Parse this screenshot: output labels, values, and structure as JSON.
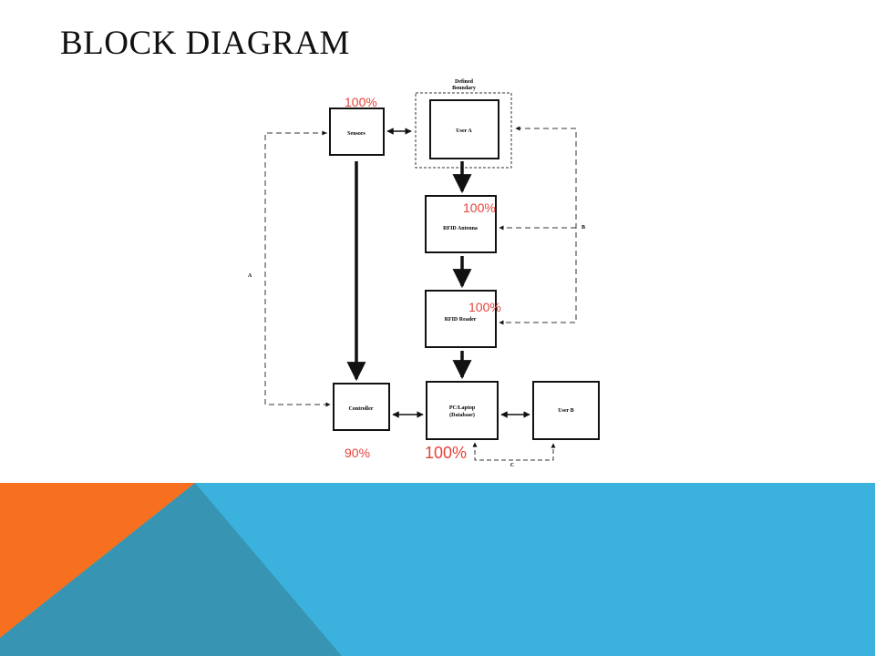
{
  "slide": {
    "title": "BLOCK DIAGRAM"
  },
  "colors": {
    "percent_text": "#e5423a",
    "box_stroke": "#111111",
    "footer_orange": "#f7701f",
    "footer_blue": "#3bb2dd",
    "footer_teal": "#3795b3"
  },
  "diagram": {
    "boundary_label_1": "Defined",
    "boundary_label_2": "Boundary",
    "blocks": {
      "sensors": "Sensors",
      "user_a": "User A",
      "rfid_antenna": "RFID Antenna",
      "rfid_reader": "RFID Reader",
      "controller": "Controller",
      "pc_line1": "PC/Laptop",
      "pc_line2": "(Database)",
      "user_b": "User B"
    },
    "loops": {
      "a": "A",
      "b": "B",
      "c": "C"
    }
  },
  "annotations": {
    "sensors_pct": "100%",
    "antenna_pct": "100%",
    "reader_pct": "100%",
    "controller_pct": "90%",
    "pc_pct": "100%"
  }
}
